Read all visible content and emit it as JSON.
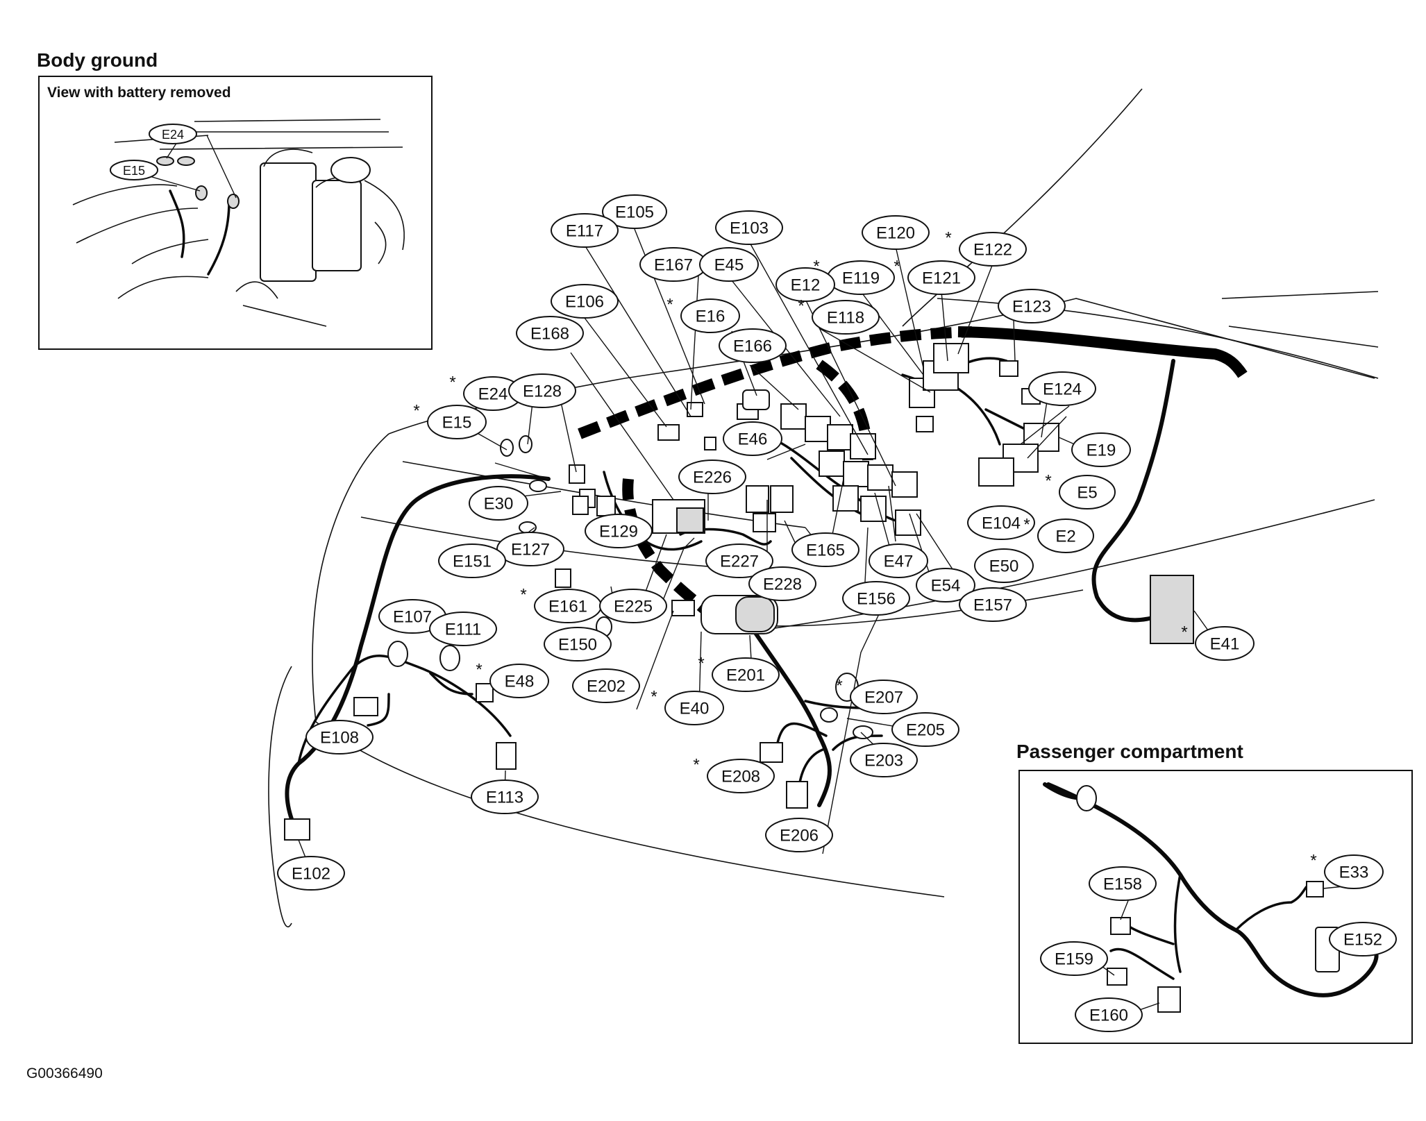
{
  "insets": {
    "body_ground_title": "Body ground",
    "body_ground_subtitle": "View with battery removed",
    "passenger_title": "Passenger compartment"
  },
  "figure_id": "G00366490",
  "callouts": [
    {
      "id": "E24-inset",
      "label": "E24",
      "small": true
    },
    {
      "id": "E15-inset",
      "label": "E15",
      "small": true
    },
    {
      "id": "E105",
      "label": "E105"
    },
    {
      "id": "E117",
      "label": "E117"
    },
    {
      "id": "E103",
      "label": "E103"
    },
    {
      "id": "E167",
      "label": "E167"
    },
    {
      "id": "E45",
      "label": "E45"
    },
    {
      "id": "E120",
      "label": "E120"
    },
    {
      "id": "E122",
      "label": "E122",
      "star": true
    },
    {
      "id": "E119",
      "label": "E119",
      "star": true
    },
    {
      "id": "E121",
      "label": "E121",
      "star": true
    },
    {
      "id": "E12",
      "label": "E12"
    },
    {
      "id": "E106",
      "label": "E106"
    },
    {
      "id": "E16",
      "label": "E16",
      "star": true
    },
    {
      "id": "E118",
      "label": "E118",
      "star": true
    },
    {
      "id": "E123",
      "label": "E123"
    },
    {
      "id": "E168",
      "label": "E168"
    },
    {
      "id": "E166",
      "label": "E166"
    },
    {
      "id": "E24",
      "label": "E24",
      "star": true
    },
    {
      "id": "E128",
      "label": "E128"
    },
    {
      "id": "E124",
      "label": "E124"
    },
    {
      "id": "E15",
      "label": "E15",
      "star": true
    },
    {
      "id": "E46",
      "label": "E46"
    },
    {
      "id": "E19",
      "label": "E19"
    },
    {
      "id": "E226",
      "label": "E226"
    },
    {
      "id": "E5",
      "label": "E5",
      "star": true
    },
    {
      "id": "E30",
      "label": "E30"
    },
    {
      "id": "E104",
      "label": "E104"
    },
    {
      "id": "E2",
      "label": "E2",
      "star": true
    },
    {
      "id": "E129",
      "label": "E129"
    },
    {
      "id": "E127",
      "label": "E127"
    },
    {
      "id": "E151",
      "label": "E151"
    },
    {
      "id": "E227",
      "label": "E227"
    },
    {
      "id": "E165",
      "label": "E165"
    },
    {
      "id": "E47",
      "label": "E47"
    },
    {
      "id": "E50",
      "label": "E50"
    },
    {
      "id": "E228",
      "label": "E228"
    },
    {
      "id": "E54",
      "label": "E54"
    },
    {
      "id": "E161",
      "label": "E161",
      "star": true
    },
    {
      "id": "E225",
      "label": "E225"
    },
    {
      "id": "E156",
      "label": "E156"
    },
    {
      "id": "E157",
      "label": "E157"
    },
    {
      "id": "E107",
      "label": "E107"
    },
    {
      "id": "E111",
      "label": "E111"
    },
    {
      "id": "E150",
      "label": "E150"
    },
    {
      "id": "E41",
      "label": "E41",
      "star": true
    },
    {
      "id": "E201",
      "label": "E201",
      "star": true
    },
    {
      "id": "E48",
      "label": "E48",
      "star": true
    },
    {
      "id": "E202",
      "label": "E202"
    },
    {
      "id": "E40",
      "label": "E40",
      "star": true
    },
    {
      "id": "E207",
      "label": "E207",
      "star": true
    },
    {
      "id": "E108",
      "label": "E108"
    },
    {
      "id": "E205",
      "label": "E205"
    },
    {
      "id": "E203",
      "label": "E203"
    },
    {
      "id": "E208",
      "label": "E208",
      "star": true
    },
    {
      "id": "E113",
      "label": "E113"
    },
    {
      "id": "E206",
      "label": "E206"
    },
    {
      "id": "E102",
      "label": "E102"
    },
    {
      "id": "E33",
      "label": "E33",
      "star": true
    },
    {
      "id": "E158",
      "label": "E158"
    },
    {
      "id": "E152",
      "label": "E152"
    },
    {
      "id": "E159",
      "label": "E159"
    },
    {
      "id": "E160",
      "label": "E160"
    }
  ]
}
